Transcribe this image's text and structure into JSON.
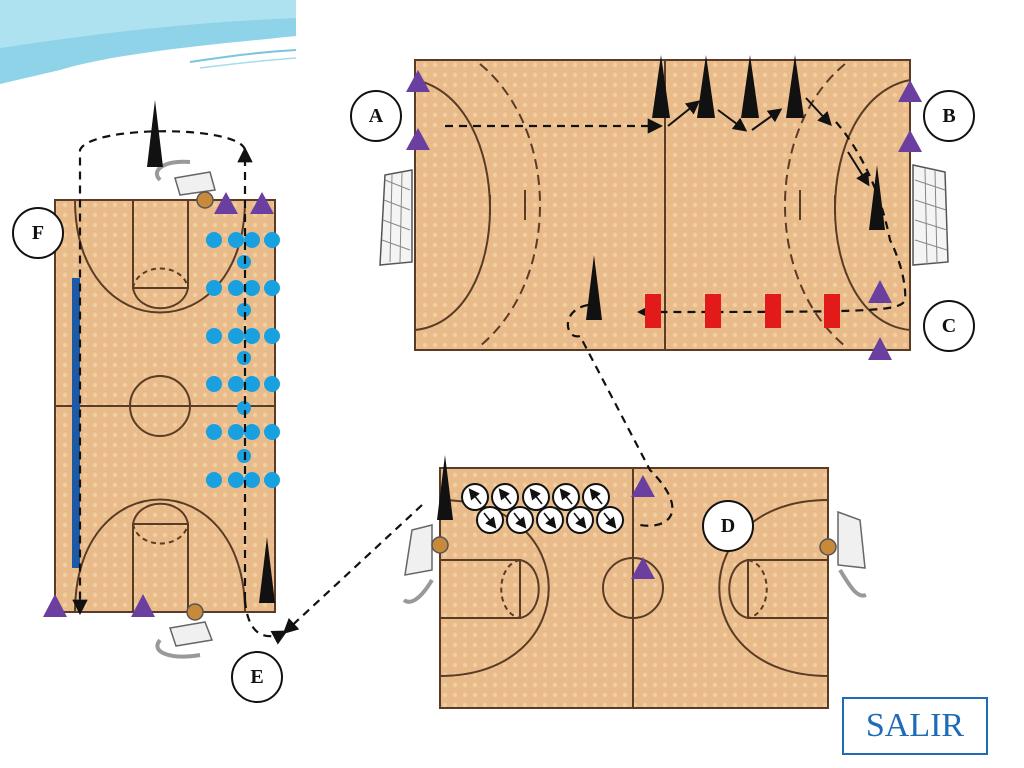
{
  "labels": {
    "a": "A",
    "b": "B",
    "c": "C",
    "d": "D",
    "e": "E",
    "f": "F"
  },
  "exit_button": {
    "label": "SALIR"
  },
  "colors": {
    "court": "#e8b98a",
    "court_line": "#5a3b25",
    "cone": "#111111",
    "marker_triangle": "#6b3fa0",
    "red_block": "#e21a1a",
    "blue_dot": "#19a0e0",
    "blue_bar": "#1c5aa8",
    "header_teal": "#8fd3e8",
    "accent": "#1f6bb5"
  }
}
